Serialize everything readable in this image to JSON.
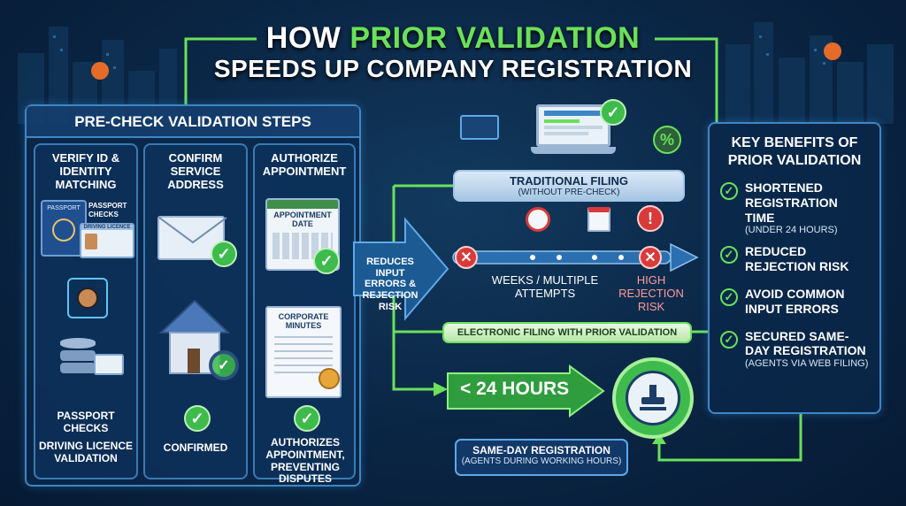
{
  "title": {
    "line1_prefix": "HOW",
    "line1_highlight": "PRIOR VALIDATION",
    "line2": "SPEEDS UP COMPANY REGISTRATION"
  },
  "steps_panel": {
    "heading": "PRE-CHECK VALIDATION STEPS",
    "col1": {
      "title": "VERIFY ID & IDENTITY MATCHING",
      "passport_label": "PASSPORT",
      "passport_checks_label": "PASSPORT CHECKS",
      "licence_card_label": "DRIVING LICENCE",
      "footer_line1": "PASSPORT CHECKS",
      "footer_line2": "DRIVING LICENCE VALIDATION"
    },
    "col2": {
      "title": "CONFIRM SERVICE ADDRESS",
      "footer": "CONFIRMED"
    },
    "col3": {
      "title": "AUTHORIZE APPOINTMENT",
      "calendar_label": "APPOINTMENT DATE",
      "doc_label": "CORPORATE MINUTES",
      "footer": "AUTHORIZES APPOINTMENT, PREVENTING DISPUTES"
    }
  },
  "middle": {
    "arrow_text": "REDUCES INPUT ERRORS & REJECTION RISK",
    "traditional_title": "TRADITIONAL FILING",
    "traditional_sub": "(WITHOUT PRE-CHECK)",
    "weeks_label": "WEEKS / MULTIPLE ATTEMPTS",
    "high_risk_label": "HIGH REJECTION RISK",
    "electronic_label": "ELECTRONIC FILING WITH PRIOR VALIDATION",
    "fast_label": "< 24 HOURS",
    "sameday_title": "SAME-DAY REGISTRATION",
    "sameday_sub": "(AGENTS DURING WORKING HOURS)",
    "percent_symbol": "%"
  },
  "benefits": {
    "heading": "KEY BENEFITS OF PRIOR VALIDATION",
    "items": [
      {
        "text": "SHORTENED REGISTRATION TIME",
        "sub": "(UNDER 24 HOURS)"
      },
      {
        "text": "REDUCED REJECTION RISK",
        "sub": ""
      },
      {
        "text": "AVOID COMMON INPUT ERRORS",
        "sub": ""
      },
      {
        "text": "SECURED SAME-DAY REGISTRATION",
        "sub": "(AGENTS via WEB FILING)"
      }
    ]
  },
  "colors": {
    "accent_green": "#6be05a",
    "panel_border": "#3f86c4",
    "danger_red": "#d83a3a"
  }
}
